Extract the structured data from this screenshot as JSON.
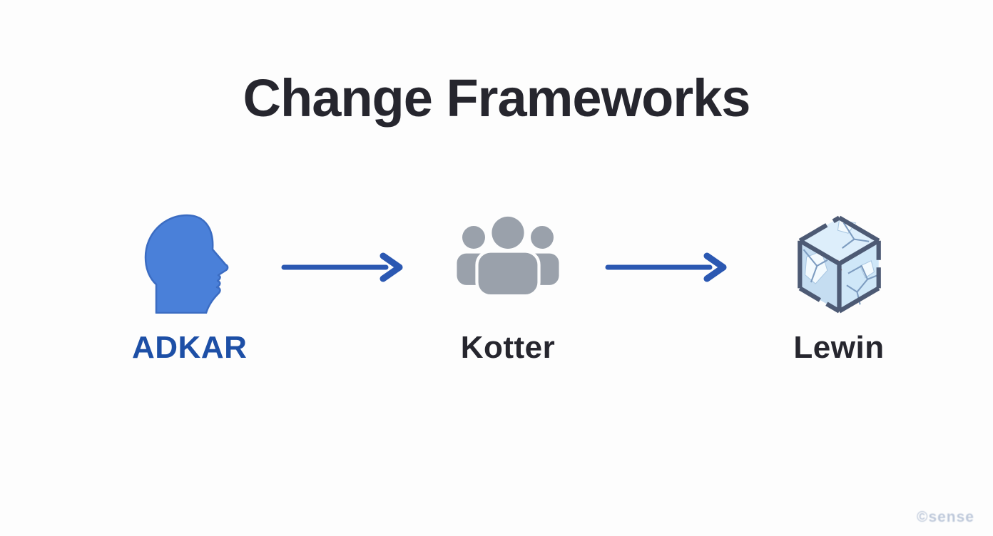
{
  "title": {
    "text": "Change Frameworks",
    "color": "#26262e"
  },
  "diagram": {
    "items": [
      {
        "label": "ADKAR",
        "icon": "head-profile-icon",
        "icon_color": "#4a80d9",
        "label_color": "#1d4fa6"
      },
      {
        "label": "Kotter",
        "icon": "people-group-icon",
        "icon_color": "#9aa1ab",
        "label_color": "#26262e"
      },
      {
        "label": "Lewin",
        "icon": "cracked-ice-cube-icon",
        "icon_color": "#cfe2f3",
        "label_color": "#26262e"
      }
    ],
    "arrows": [
      {
        "from": "ADKAR",
        "to": "Kotter",
        "direction": "right",
        "color": "#2b58b2"
      },
      {
        "from": "Kotter",
        "to": "Lewin",
        "direction": "right",
        "color": "#2b58b2"
      }
    ]
  },
  "watermark": {
    "text": "©sense",
    "color": "#b6c2d6"
  }
}
